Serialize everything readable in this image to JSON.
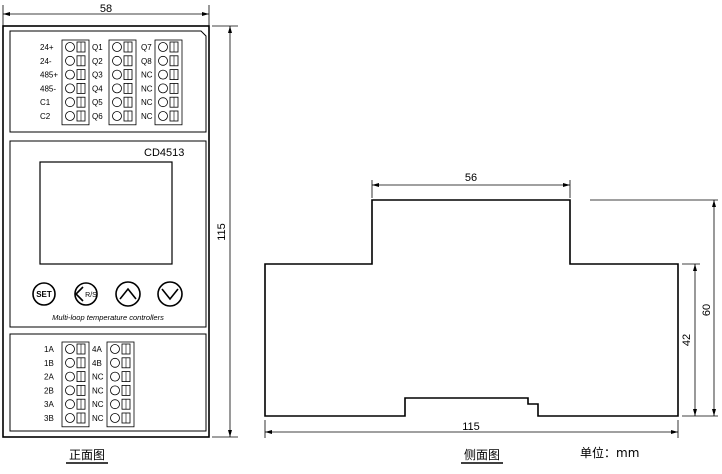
{
  "front_view": {
    "width_dim": "58",
    "height_dim": "115",
    "model": "CD4513",
    "caption": "正面图",
    "subtitle": "Multi-loop temperature controllers",
    "buttons": [
      {
        "label": "SET",
        "icon": "set-icon"
      },
      {
        "label": "R/S",
        "icon": "rs-arrow-left-icon"
      },
      {
        "label": "",
        "icon": "arrow-up-icon"
      },
      {
        "label": "",
        "icon": "arrow-down-icon"
      }
    ],
    "top_terminals": {
      "col1": [
        "24+",
        "24-",
        "485+",
        "485-",
        "C1",
        "C2"
      ],
      "col2": [
        "Q1",
        "Q2",
        "Q3",
        "Q4",
        "Q5",
        "Q6"
      ],
      "col3": [
        "Q7",
        "Q8",
        "NC",
        "NC",
        "NC",
        "NC"
      ]
    },
    "bottom_terminals": {
      "col1": [
        "1A",
        "1B",
        "2A",
        "2B",
        "3A",
        "3B"
      ],
      "col2": [
        "4A",
        "4B",
        "NC",
        "NC",
        "NC",
        "NC"
      ]
    }
  },
  "side_view": {
    "top_width_dim": "56",
    "bottom_width_dim": "115",
    "total_height_dim": "60",
    "body_height_dim": "42",
    "caption": "侧面图"
  },
  "units": "单位：mm"
}
